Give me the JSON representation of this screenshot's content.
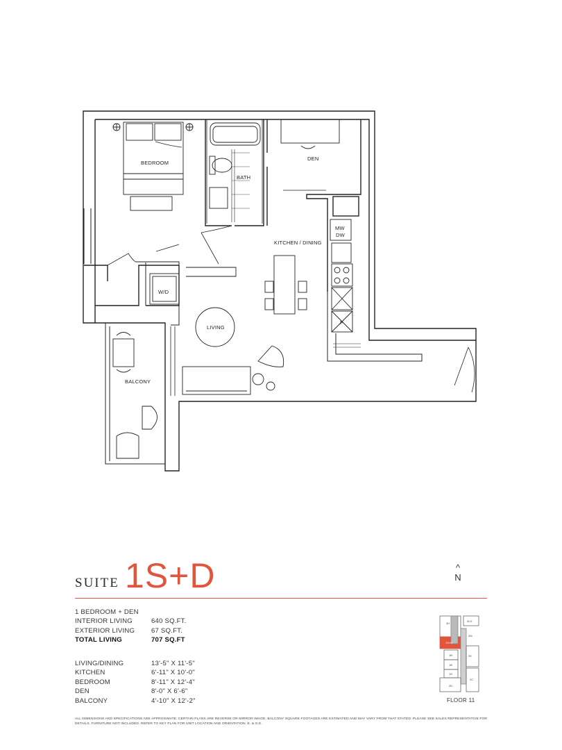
{
  "plan": {
    "rooms": {
      "bedroom": "BEDROOM",
      "bath": "BATH",
      "den": "DEN",
      "kitchen_dining": "KITCHEN / DINING",
      "living": "LIVING",
      "balcony": "BALCONY",
      "wd": "W/D"
    },
    "appliances": {
      "mw": "MW",
      "dw": "DW",
      "fridge": "F"
    }
  },
  "suite": {
    "word": "SUITE",
    "code": "1S+D",
    "north": "N"
  },
  "specs": [
    {
      "label": "1 BEDROOM + DEN",
      "value": ""
    },
    {
      "label": "INTERIOR LIVING",
      "value": "640 SQ.FT."
    },
    {
      "label": "EXTERIOR LIVING",
      "value": "67 SQ.FT."
    },
    {
      "label": "TOTAL LIVING",
      "value": "707 SQ.FT"
    }
  ],
  "dimensions": [
    {
      "label": "LIVING/DINING",
      "value": "13'-5\" X 11'-5\""
    },
    {
      "label": "KITCHEN",
      "value": "6'-11\" X 10'-0\""
    },
    {
      "label": "BEDROOM",
      "value": "8'-11\" X 12'-4\""
    },
    {
      "label": "DEN",
      "value": "8'-0\" X 6'-6\""
    },
    {
      "label": "BALCONY",
      "value": "4'-10\" X 12'-2\""
    }
  ],
  "keyplan": {
    "floor_label": "FLOOR 11",
    "units": [
      "2H",
      "2LD",
      "1S+D",
      "2M",
      "1B",
      "2K",
      "1B",
      "1S",
      "2C",
      "2D"
    ],
    "highlight_color": "#e0553b"
  },
  "disclaimer": "ALL DIMENSIONS AND SPECIFICATIONS ARE APPROXIMATE. CERTAIN PLANS ARE REVERSE OR MIRROR IMAGE. BALCONY SQUARE FOOTAGES ARE ESTIMATED AND MAY VARY FROM THAT STATED. PLEASE SEE SALES REPRESENTATIVE FOR DETAILS. FURNITURE NOT INCLUDED. REFER TO KEY PLAN FOR UNIT LOCATION AND ORIENTATION. E. & O.E.",
  "colors": {
    "accent": "#e0553b",
    "ink": "#222222"
  }
}
